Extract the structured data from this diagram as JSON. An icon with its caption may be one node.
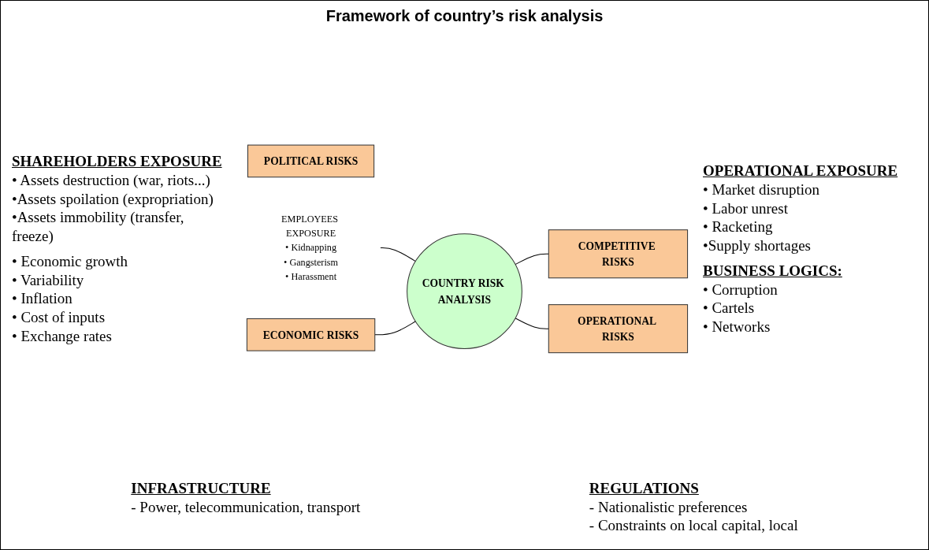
{
  "diagram": {
    "title": "Framework of country’s risk analysis",
    "nodes": [
      {
        "text": [
          "POLITICAL RISKS"
        ]
      },
      {
        "text": [
          "EMPLOYEES EXPOSURE",
          "• Kidnapping",
          "• Gangsterism",
          "• Harassment"
        ]
      },
      {
        "text": [
          "ECONOMIC RISKS"
        ]
      },
      {
        "text": [
          "COUNTRY RISK ANALYSIS"
        ]
      },
      {
        "text": [
          "COMPETITIVE RISKS"
        ]
      },
      {
        "text": [
          "OPERATIONAL RISKS"
        ]
      }
    ],
    "edges": [
      {
        "from": 1,
        "to": 3,
        "arrow": "none"
      },
      {
        "from": 2,
        "to": 3,
        "arrow": "none"
      },
      {
        "from": 3,
        "to": 4,
        "arrow": "none"
      },
      {
        "from": 3,
        "to": 5,
        "arrow": "none"
      }
    ],
    "labels": [
      "SHAREHOLDERS EXPOSURE",
      "• Assets destruction (war, riots...)",
      "•Assets spoilation (expropriation)",
      "•Assets immobility (transfer, freeze)",
      "OPERATIONAL EXPOSURE",
      "• Market disruption",
      "• Labor unrest",
      "• Racketing",
      "•Supply shortages",
      "• Economic growth",
      "• Variability",
      "• Inflation",
      "• Cost of inputs",
      "• Exchange rates",
      "BUSINESS LOGICS:",
      "• Corruption",
      "• Cartels",
      "• Networks",
      "INFRASTRUCTURE",
      "- Power, telecommunication, transport",
      "REGULATIONS",
      "- Nationalistic preferences",
      "- Constraints on local capital, local"
    ]
  }
}
